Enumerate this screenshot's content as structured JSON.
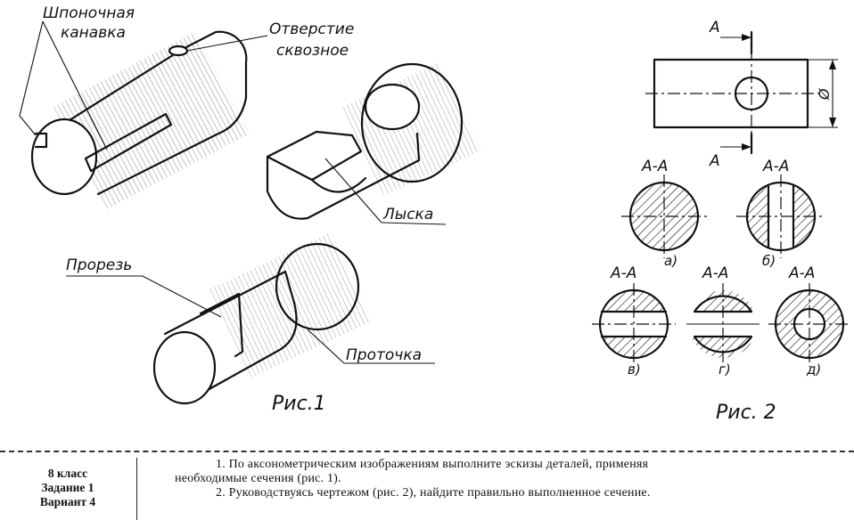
{
  "fig1": {
    "label_keyway": [
      "Шпоночная",
      "канавка"
    ],
    "label_hole": [
      "Отверстие",
      "сквозное"
    ],
    "label_flat": "Лыска",
    "label_slot": "Прорезь",
    "label_groove": "Проточка",
    "caption": "Рис.1"
  },
  "fig2": {
    "section_mark": "А",
    "diameter_sign": "Ø",
    "section_title": "А-А",
    "variants": [
      "а)",
      "б)",
      "в)",
      "г)",
      "д)"
    ],
    "caption": "Рис. 2"
  },
  "footer": {
    "grade": "8 класс",
    "task": "Задание 1",
    "variant": "Вариант 4",
    "line1": "1. По аксонометрическим изображениям выполните эскизы деталей, применяя",
    "line2": "необходимые сечения (рис. 1).",
    "line3": "2. Руководствуясь чертежом (рис. 2), найдите правильно выполненное сечение."
  }
}
